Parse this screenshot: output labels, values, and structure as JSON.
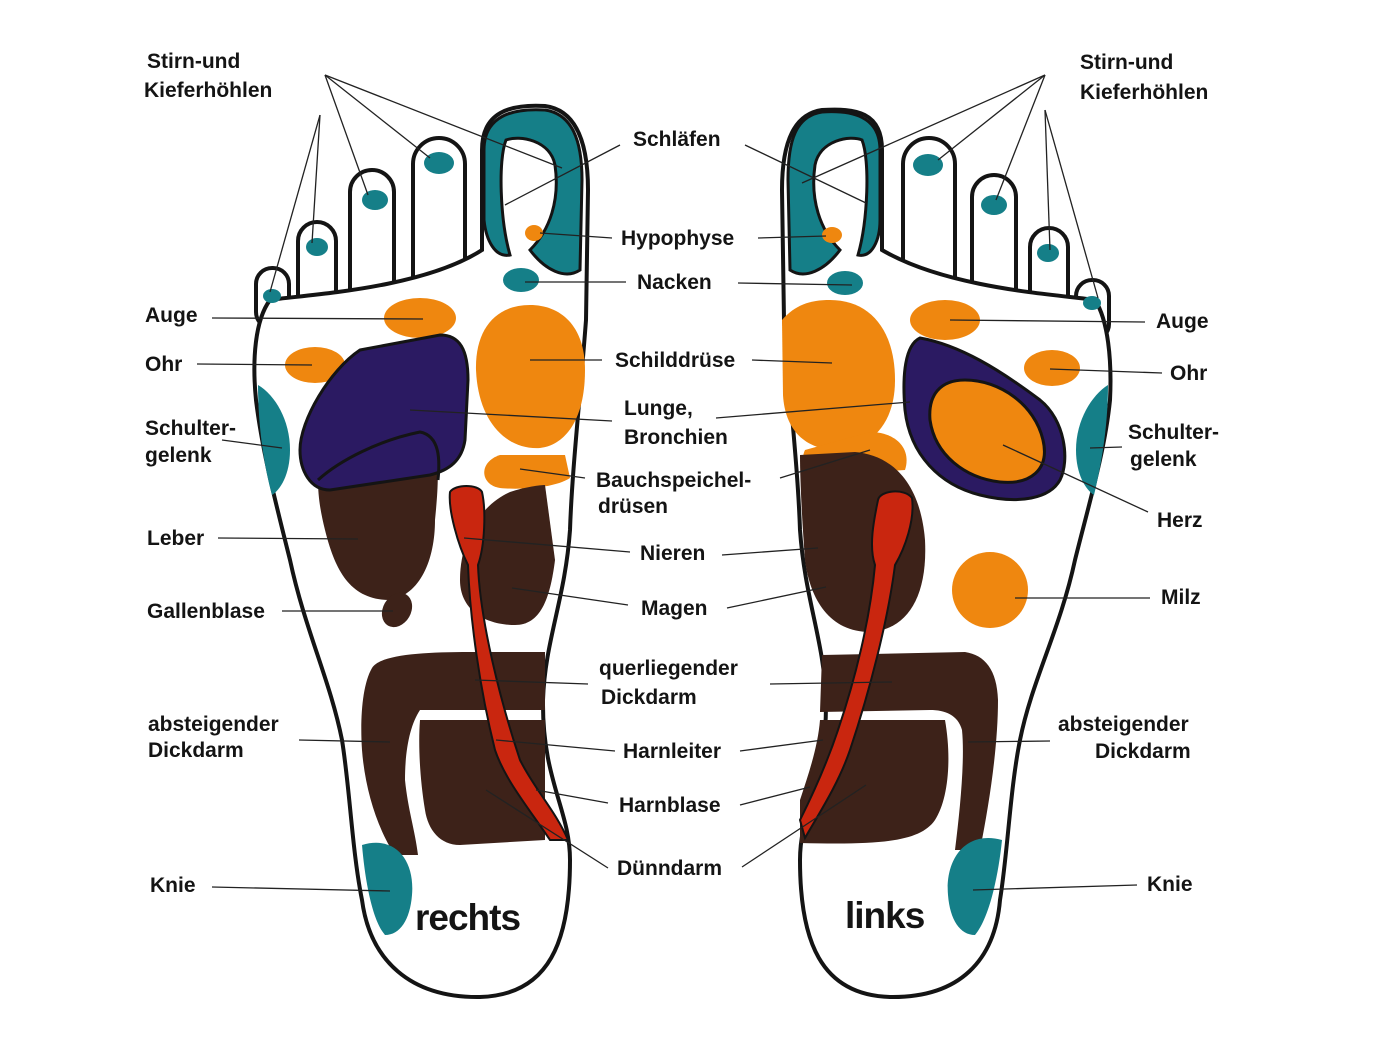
{
  "foot_labels": {
    "right": "rechts",
    "left": "links"
  },
  "left_side_labels": {
    "stirn_1": "Stirn-und",
    "stirn_2": "Kieferhöhlen",
    "auge": "Auge",
    "ohr": "Ohr",
    "schulter_1": "Schulter-",
    "schulter_2": "gelenk",
    "leber": "Leber",
    "gallenblase": "Gallenblase",
    "absteigend_1": "absteigender",
    "absteigend_2": "Dickdarm",
    "knie": "Knie"
  },
  "center_labels": {
    "schlaefen": "Schläfen",
    "hypophyse": "Hypophyse",
    "nacken": "Nacken",
    "schilddruese": "Schilddrüse",
    "lunge_1": "Lunge,",
    "lunge_2": "Bronchien",
    "bauch_1": "Bauchspeichel-",
    "bauch_2": "drüsen",
    "nieren": "Nieren",
    "magen": "Magen",
    "quer_1": "querliegender",
    "quer_2": "Dickdarm",
    "harnleiter": "Harnleiter",
    "harnblase": "Harnblase",
    "duenndarm": "Dünndarm"
  },
  "right_side_labels": {
    "stirn_1": "Stirn-und",
    "stirn_2": "Kieferhöhlen",
    "auge": "Auge",
    "ohr": "Ohr",
    "schulter_1": "Schulter-",
    "schulter_2": "gelenk",
    "herz": "Herz",
    "milz": "Milz",
    "absteigend_1": "absteigender",
    "absteigend_2": "Dickdarm",
    "knie": "Knie"
  },
  "colors": {
    "teal": "#157f88",
    "orange": "#ef870f",
    "purple": "#2b1a62",
    "brown": "#3d2219",
    "red": "#c9260f",
    "outline": "#141414"
  }
}
